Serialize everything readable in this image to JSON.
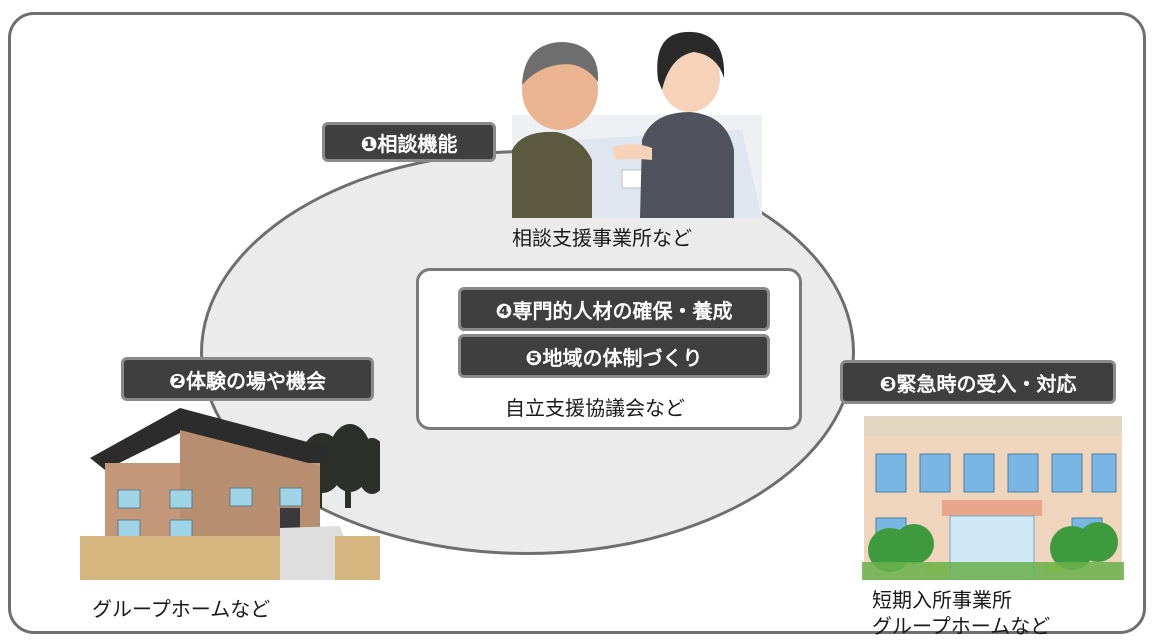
{
  "labels": {
    "consultation": "❶相談機能",
    "experience": "❷体験の場や機会",
    "emergency": "❸緊急時の受入・対応",
    "personnel": "❹専門的人材の確保・養成",
    "community": "❺地域の体制づくり"
  },
  "captions": {
    "consultation_office": "相談支援事業所など",
    "council": "自立支援協議会など",
    "group_home": "グループホームなど",
    "short_stay_line1": "短期入所事業所",
    "short_stay_line2": "グループホームなど"
  },
  "colors": {
    "label_bg": "#3f3f3f",
    "label_border": "#8a8a8a",
    "ellipse_fill": "#ebebeb",
    "frame_border": "#6f6f6f"
  },
  "icons": [
    "consultation-illustration",
    "group-home-illustration",
    "facility-illustration"
  ]
}
